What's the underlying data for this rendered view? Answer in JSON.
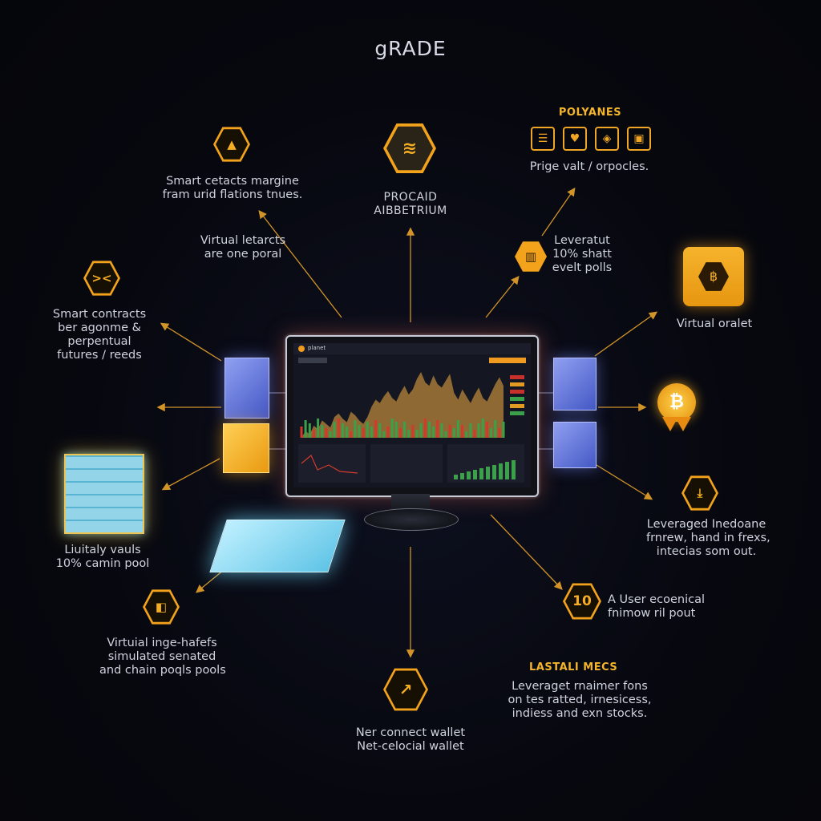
{
  "title": "gRADE",
  "labels": {
    "top_left": [
      "Smart cetacts margine",
      "fram urid flations tnues."
    ],
    "virtual_left": [
      "Virtual letarcts",
      "are one poral"
    ],
    "center_top": [
      "PROCAID",
      "AIBBETRIUM"
    ],
    "polyanes_header": "POLYANES",
    "polyanes_text": "Prige valt / orpocles.",
    "leveratut": [
      "Leveratut",
      "10% shatt",
      "evelt polls"
    ],
    "virtual_oralet": "Virtual oralet",
    "smart_contracts": [
      "Smart contracts",
      "ber agonme &",
      "perpentual",
      "futures / reeds"
    ],
    "liquity": [
      "Liuitaly vauls",
      "10% camin pool"
    ],
    "virtual_inge": [
      "Virtuial inge-hafefs",
      "simulated senated",
      "and chain poqls pools"
    ],
    "leveraged_right": [
      "Leveraged Inedoane",
      "frnrew, hand in frexs,",
      "intecias som out."
    ],
    "user_text": [
      "A User ecoenical",
      "fnimow ril pout"
    ],
    "lastali_header": "LASTALI MECS",
    "lastali_text": [
      "Leveraget rnaimer fons",
      "on tes ratted, irnesicess,",
      "indiess and exn stocks."
    ],
    "wallet": [
      "Ner connect wallet",
      "Net-celocial wallet"
    ],
    "hex_10": "10"
  },
  "screen": {
    "app_name": "planet",
    "chart_values": [
      48,
      52,
      50,
      55,
      53,
      58,
      56,
      54,
      60,
      62,
      59,
      57,
      63,
      61,
      58,
      56,
      60,
      66,
      70,
      68,
      72,
      75,
      71,
      69,
      74,
      78,
      73,
      76,
      82,
      86,
      80,
      78,
      84,
      79,
      77,
      81,
      85,
      74,
      70,
      76,
      72,
      68,
      73,
      77,
      71,
      69,
      74,
      79,
      83,
      78
    ]
  },
  "colors": {
    "accent": "#f2a21b",
    "cube_blue": "#5a6fd6",
    "ice": "#7fd8f2",
    "background": "#07080f"
  }
}
